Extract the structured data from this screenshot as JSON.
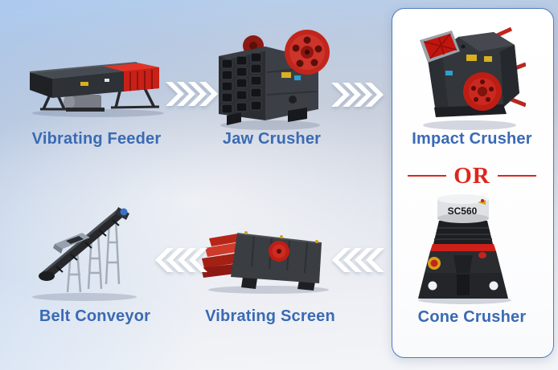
{
  "diagram": {
    "machines": {
      "vibrating_feeder": {
        "label": "Vibrating Feeder"
      },
      "jaw_crusher": {
        "label": "Jaw Crusher"
      },
      "impact_crusher": {
        "label": "Impact Crusher"
      },
      "cone_crusher": {
        "label": "Cone Crusher",
        "model_badge": "SC560"
      },
      "vibrating_screen": {
        "label": "Vibrating Screen"
      },
      "belt_conveyor": {
        "label": "Belt Conveyor"
      }
    },
    "alternative_separator": "OR",
    "flow": {
      "top_row_direction": "left-to-right",
      "bottom_row_direction": "right-to-left",
      "sequence": [
        "Vibrating Feeder",
        "Jaw Crusher",
        "Impact Crusher OR Cone Crusher",
        "Vibrating Screen",
        "Belt Conveyor"
      ]
    }
  },
  "icons": {
    "arrow_right_group": "quadruple-chevron-right",
    "arrow_left_group": "quadruple-chevron-left"
  },
  "colors": {
    "label_text": "#3a6ab4",
    "or_red": "#e0251a",
    "panel_border": "#4c7cc0",
    "panel_background": "#ffffff",
    "machine_red": "#c8251c",
    "machine_dark": "#33363b",
    "arrow_white": "#ffffff",
    "background_top": "#b7d0ee",
    "background_bottom": "#f3f5f8"
  }
}
